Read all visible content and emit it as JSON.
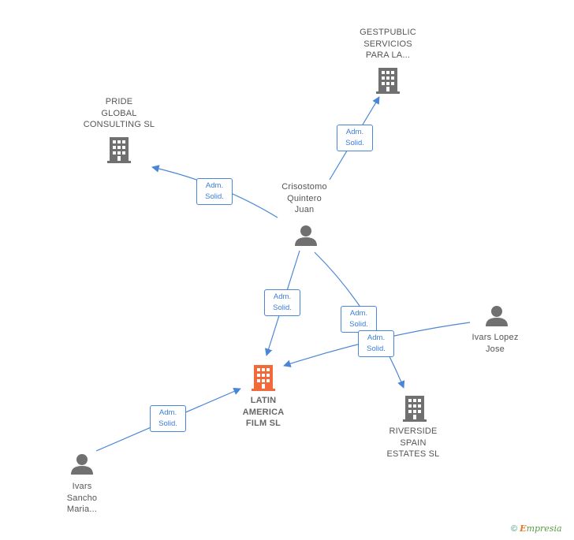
{
  "nodes": {
    "gestpublic": {
      "lines": [
        "GESTPUBLIC",
        "SERVICIOS",
        "PARA LA..."
      ]
    },
    "pride": {
      "lines": [
        "PRIDE",
        "GLOBAL",
        "CONSULTING SL"
      ]
    },
    "crisostomo": {
      "lines": [
        "Crisostomo",
        "Quintero",
        "Juan"
      ]
    },
    "latin": {
      "lines": [
        "LATIN",
        "AMERICA",
        "FILM SL"
      ]
    },
    "ivars_lopez": {
      "lines": [
        "Ivars Lopez",
        "Jose"
      ]
    },
    "riverside": {
      "lines": [
        "RIVERSIDE",
        "SPAIN",
        "ESTATES SL"
      ]
    },
    "ivars_sancho": {
      "lines": [
        "Ivars",
        "Sancho",
        "Maria..."
      ]
    }
  },
  "edges": [
    {
      "from": "crisostomo",
      "to": "gestpublic",
      "label": [
        "Adm.",
        "Solid."
      ]
    },
    {
      "from": "crisostomo",
      "to": "pride",
      "label": [
        "Adm.",
        "Solid."
      ]
    },
    {
      "from": "crisostomo",
      "to": "latin",
      "label": [
        "Adm.",
        "Solid."
      ]
    },
    {
      "from": "crisostomo",
      "to": "riverside",
      "label": [
        "Adm.",
        "Solid."
      ]
    },
    {
      "from": "ivars_lopez",
      "to": "latin",
      "label": [
        "Adm.",
        "Solid."
      ]
    },
    {
      "from": "ivars_sancho",
      "to": "latin",
      "label": [
        "Adm.",
        "Solid."
      ]
    }
  ],
  "colors": {
    "edge": "#4a86d8",
    "company_icon": "#707070",
    "main_company_icon": "#f26a3a",
    "person_icon": "#707070"
  },
  "icons": {
    "company": "building-icon",
    "person": "person-icon"
  },
  "footer": {
    "copyright": "©",
    "brand_initial": "E",
    "brand_rest": "mpresia"
  }
}
